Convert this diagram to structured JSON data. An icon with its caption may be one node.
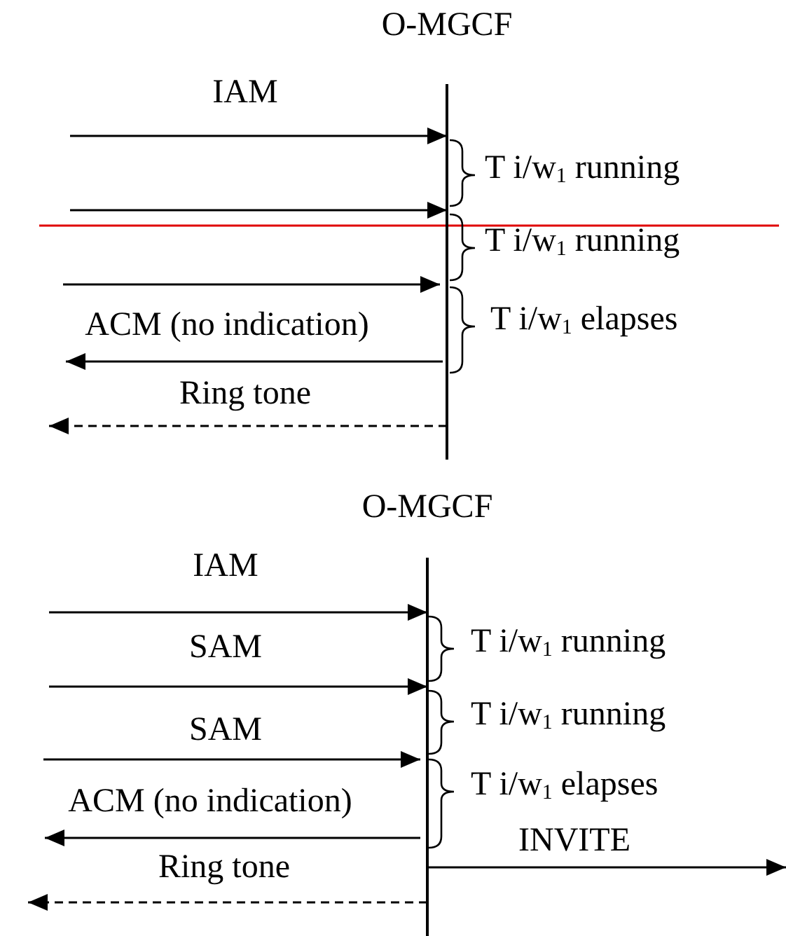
{
  "diagram": {
    "nodes": [
      {
        "text": [
          "O-MGCF"
        ]
      },
      {
        "text": [
          "O-MGCF"
        ]
      }
    ],
    "edges": [
      {
        "from": null,
        "to": 0,
        "arrow": "to",
        "label": "IAM"
      },
      {
        "from": null,
        "to": 0,
        "arrow": "to"
      },
      {
        "from": null,
        "to": 0,
        "arrow": "to"
      },
      {
        "from": 0,
        "to": null,
        "arrow": "to",
        "label": "ACM (no indication)"
      },
      {
        "from": 0,
        "to": null,
        "arrow": "to",
        "label": "Ring tone",
        "style": "dashed"
      },
      {
        "from": null,
        "to": 1,
        "arrow": "to",
        "label": "IAM"
      },
      {
        "from": null,
        "to": 1,
        "arrow": "to",
        "label": "SAM"
      },
      {
        "from": null,
        "to": 1,
        "arrow": "to",
        "label": "SAM"
      },
      {
        "from": 1,
        "to": null,
        "arrow": "to",
        "label": "ACM (no indication)"
      },
      {
        "from": 1,
        "to": null,
        "arrow": "to",
        "label": "Ring tone",
        "style": "dashed"
      },
      {
        "from": 1,
        "to": null,
        "arrow": "to",
        "label": "INVITE"
      }
    ],
    "labels": [
      "T i/w$_{1}$ running",
      "T i/w$_{1}$ running",
      "T i/w$_{1}$ elapses",
      "T i/w$_{1}$ running",
      "T i/w$_{1}$ running",
      "T i/w$_{1}$ elapses"
    ]
  }
}
